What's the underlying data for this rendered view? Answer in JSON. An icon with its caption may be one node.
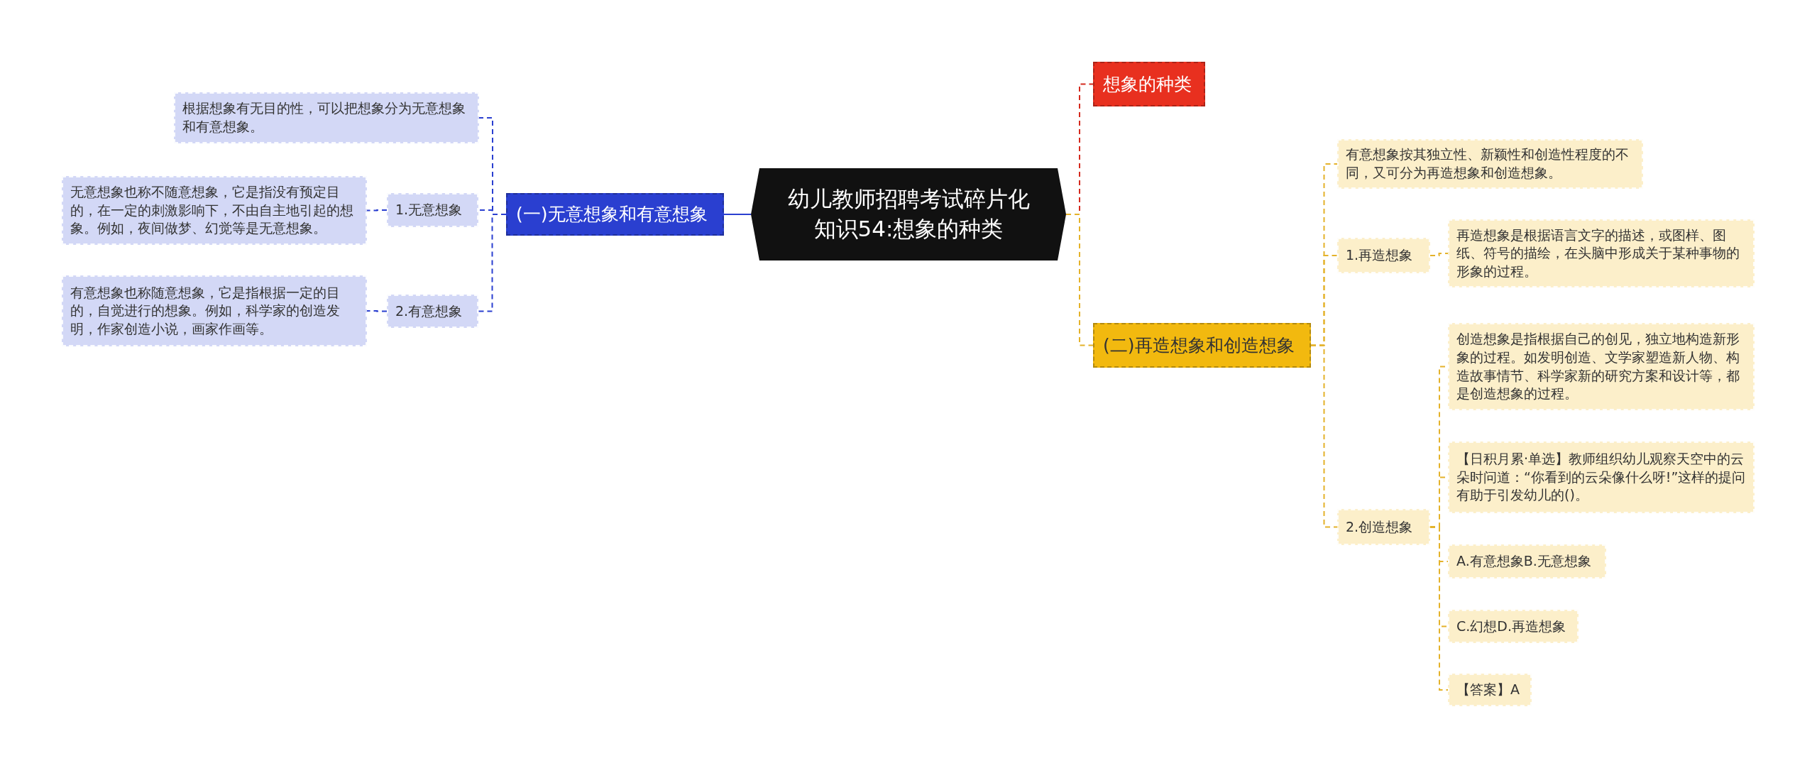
{
  "diagram": {
    "nodes": [
      {
        "text": [
          "幼儿教师招聘考试碎片化知识54:想象的种类"
        ]
      },
      {
        "text": [
          "(一)无意想象和有意想象"
        ]
      },
      {
        "text": [
          "根据想象有无目的性，可以把想象分为无意想象和有意想象。"
        ]
      },
      {
        "text": [
          "1.无意想象"
        ]
      },
      {
        "text": [
          "无意想象也称不随意想象，它是指没有预定目的，在一定的刺激影响下，不由自主地引起的想象。例如，夜间做梦、幻觉等是无意想象。"
        ]
      },
      {
        "text": [
          "2.有意想象"
        ]
      },
      {
        "text": [
          "有意想象也称随意想象，它是指根据一定的目的，自觉进行的想象。例如，科学家的创造发明，作家创造小说，画家作画等。"
        ]
      },
      {
        "text": [
          "想象的种类"
        ]
      },
      {
        "text": [
          "(二)再造想象和创造想象"
        ]
      },
      {
        "text": [
          "有意想象按其独立性、新颖性和创造性程度的不同，又可分为再造想象和创造想象。"
        ]
      },
      {
        "text": [
          "1.再造想象"
        ]
      },
      {
        "text": [
          "再造想象是根据语言文字的描述，或图样、图纸、符号的描绘，在头脑中形成关于某种事物的形象的过程。"
        ]
      },
      {
        "text": [
          "2.创造想象"
        ]
      },
      {
        "text": [
          "创造想象是指根据自己的创见，独立地构造新形象的过程。如发明创造、文学家塑造新人物、构造故事情节、科学家新的研究方案和设计等，都是创造想象的过程。"
        ]
      },
      {
        "text": [
          "【日积月累·单选】教师组织幼儿观察天空中的云朵时问道：“你看到的云朵像什么呀!”这样的提问有助于引发幼儿的()。"
        ]
      },
      {
        "text": [
          "A.有意想象B.无意想象"
        ]
      },
      {
        "text": [
          "C.幻想D.再造想象"
        ]
      },
      {
        "text": [
          "【答案】A"
        ]
      }
    ],
    "edges": [
      {
        "from": 0,
        "to": 1,
        "arrow": "none",
        "color": "#2a3fd0"
      },
      {
        "from": 1,
        "to": 2,
        "arrow": "none",
        "style": "dashed",
        "color": "#2a3fd0"
      },
      {
        "from": 1,
        "to": 3,
        "arrow": "none",
        "style": "dashed",
        "color": "#2a3fd0"
      },
      {
        "from": 3,
        "to": 4,
        "arrow": "none",
        "style": "dashed",
        "color": "#2a3fd0"
      },
      {
        "from": 1,
        "to": 5,
        "arrow": "none",
        "style": "dashed",
        "color": "#2a3fd0"
      },
      {
        "from": 5,
        "to": 6,
        "arrow": "none",
        "style": "dashed",
        "color": "#2a3fd0"
      },
      {
        "from": 0,
        "to": 7,
        "arrow": "none",
        "style": "dashed",
        "color": "#d42a1e"
      },
      {
        "from": 0,
        "to": 8,
        "arrow": "none",
        "style": "dashed"
      },
      {
        "from": 8,
        "to": 9,
        "arrow": "none",
        "style": "dashed"
      },
      {
        "from": 8,
        "to": 10,
        "arrow": "none",
        "style": "dashed"
      },
      {
        "from": 10,
        "to": 11,
        "arrow": "none",
        "style": "dashed"
      },
      {
        "from": 8,
        "to": 12,
        "arrow": "none",
        "style": "dashed"
      },
      {
        "from": 12,
        "to": 13,
        "arrow": "none",
        "style": "dashed"
      },
      {
        "from": 12,
        "to": 14,
        "arrow": "none",
        "style": "dashed"
      },
      {
        "from": 12,
        "to": 15,
        "arrow": "none",
        "style": "dashed"
      },
      {
        "from": 12,
        "to": 16,
        "arrow": "none",
        "style": "dashed"
      },
      {
        "from": 12,
        "to": 17,
        "arrow": "none",
        "style": "dashed"
      }
    ]
  }
}
